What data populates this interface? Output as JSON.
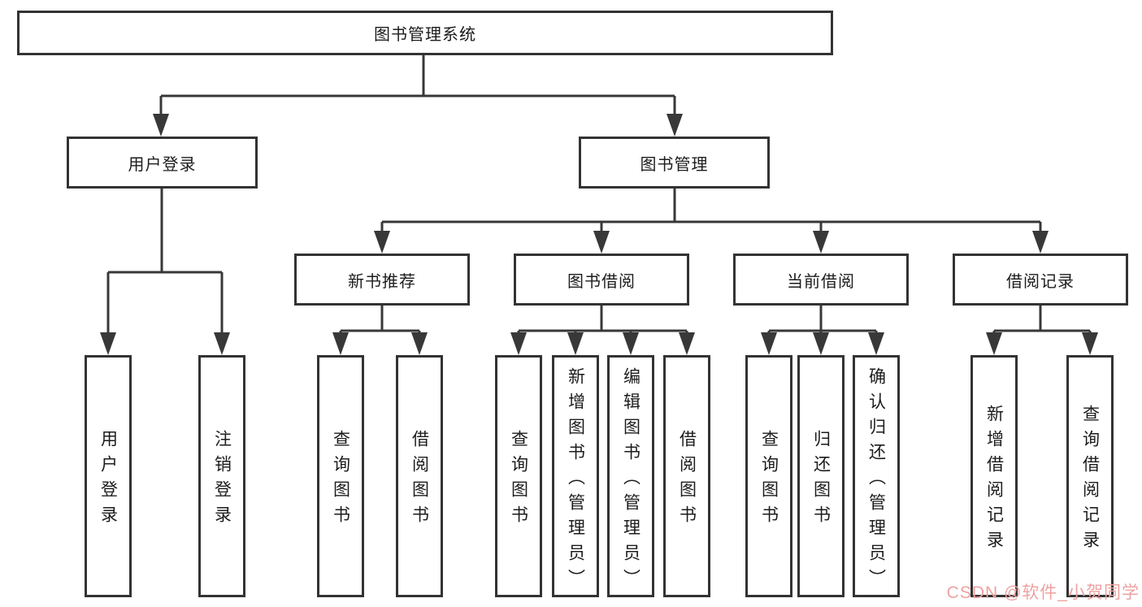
{
  "diagram": {
    "root": {
      "label": "图书管理系统"
    },
    "branches": [
      {
        "label": "用户登录",
        "children": [
          {
            "label": "用户登录"
          },
          {
            "label": "注销登录"
          }
        ]
      },
      {
        "label": "图书管理",
        "children": [
          {
            "label": "新书推荐",
            "children": [
              {
                "label": "查询图书"
              },
              {
                "label": "借阅图书"
              }
            ]
          },
          {
            "label": "图书借阅",
            "children": [
              {
                "label": "查询图书"
              },
              {
                "label": "新增图书（管理员）"
              },
              {
                "label": "编辑图书（管理员）"
              },
              {
                "label": "借阅图书"
              }
            ]
          },
          {
            "label": "当前借阅",
            "children": [
              {
                "label": "查询图书"
              },
              {
                "label": "归还图书"
              },
              {
                "label": "确认归还（管理员）"
              }
            ]
          },
          {
            "label": "借阅记录",
            "children": [
              {
                "label": "新增借阅记录"
              },
              {
                "label": "查询借阅记录"
              }
            ]
          }
        ]
      }
    ]
  },
  "watermark": {
    "text": "CSDN @软件_小贺同学",
    "color": "#eda2a2"
  },
  "colors": {
    "background": "#ffffff",
    "box_border": "#333333",
    "connector_line": "#383838",
    "text": "#1c1c1c",
    "watermark": "#eda2a2"
  }
}
